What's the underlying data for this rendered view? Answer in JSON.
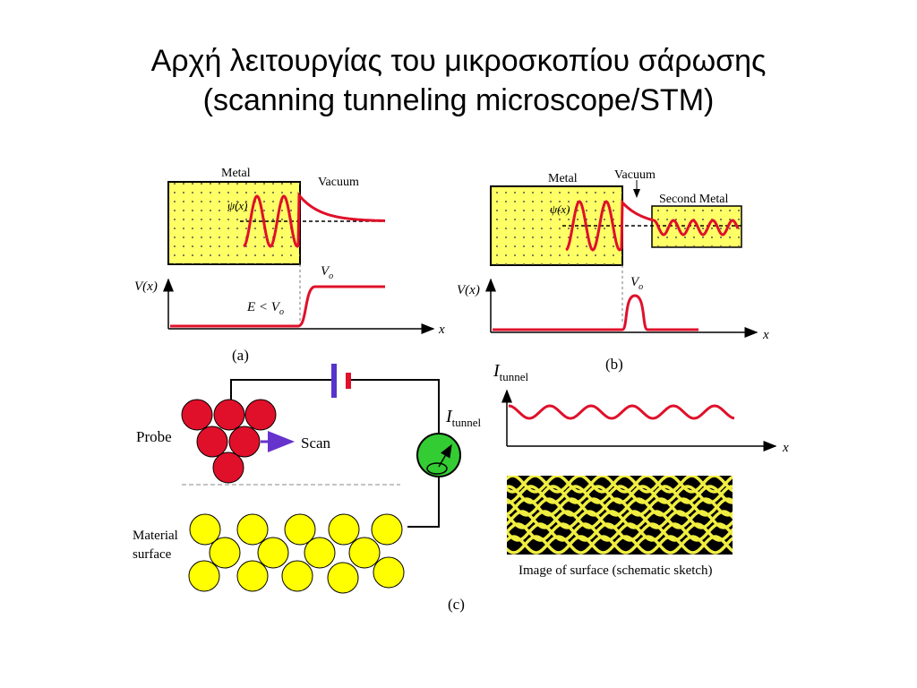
{
  "slide": {
    "title_line1": "Αρχή λειτουργίας του μικροσκοπίου σάρωσης",
    "title_line2": "(scanning tunneling microscope/STM)"
  },
  "panel_a": {
    "metal_label": "Metal",
    "vacuum_label": "Vacuum",
    "psi_label": "ψ(x)",
    "v_label": "V(x)",
    "vo_label": "V",
    "vo_sub": "o",
    "energy_label": "E < V",
    "energy_sub": "o",
    "x_label": "x",
    "caption": "(a)"
  },
  "panel_b": {
    "metal_label": "Metal",
    "vacuum_label": "Vacuum",
    "second_metal_label": "Second Metal",
    "psi_label": "ψ(x)",
    "v_label": "V(x)",
    "vo_label": "V",
    "vo_sub": "o",
    "x_label": "x",
    "caption": "(b)"
  },
  "panel_c": {
    "probe_label": "Probe",
    "scan_label": "Scan",
    "material_label_1": "Material",
    "material_label_2": "surface",
    "itunnel_main": "I",
    "itunnel_sub": "tunnel",
    "caption": "(c)"
  },
  "current_plot": {
    "y_main": "I",
    "y_sub": "tunnel",
    "x_label": "x"
  },
  "surface_image": {
    "caption": "Image of surface (schematic sketch)"
  },
  "colors": {
    "metal_fill": "#ffff66",
    "curve": "#e0102a",
    "probe_atom": "#e0102a",
    "surface_atom": "#ffff00",
    "meter": "#33cc33",
    "scan_arrow": "#6633cc",
    "image_bg": "#000000",
    "image_lines": "#f0ee40"
  }
}
